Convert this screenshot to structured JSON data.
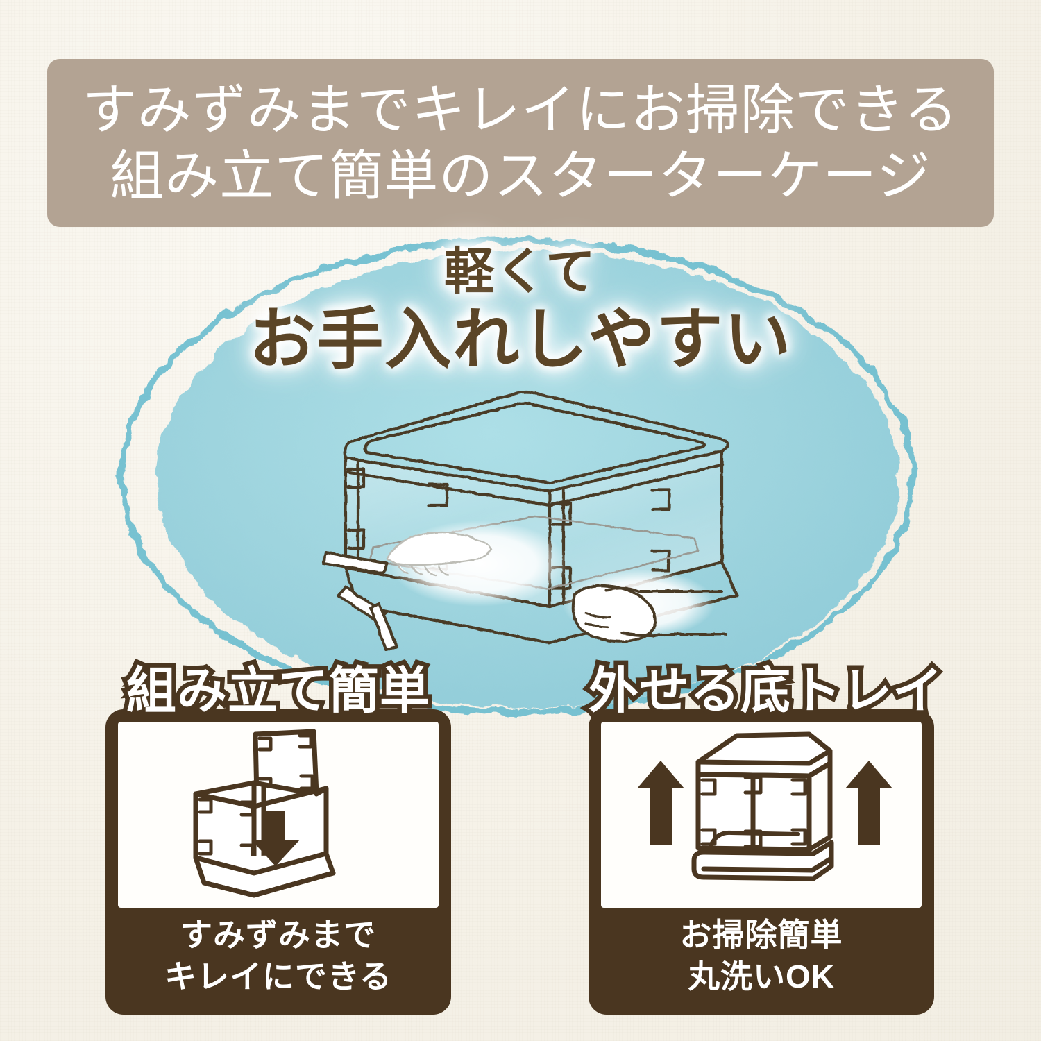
{
  "colors": {
    "background": "#f7f4ec",
    "header_band": "#b3a393",
    "oval_fill": "#9ed4de",
    "oval_edge": "#62b9cc",
    "dark_brown": "#4a3620",
    "headline_brown": "#5b4527",
    "white": "#ffffff"
  },
  "header": {
    "line1": "すみずみまでキレイにお掃除できる",
    "line2": "組み立て簡単のスターターケージ"
  },
  "hero": {
    "headline_small": "軽くて",
    "headline_big": "お手入れしやすい",
    "illustration": "transparent-cage-wiping-hands-sketch"
  },
  "panels": [
    {
      "title": "組み立て簡単",
      "illustration": "cage-panel-insert-down-arrow-icon",
      "caption_line1": "すみずみまで",
      "caption_line2": "キレイにできる"
    },
    {
      "title": "外せる底トレイ",
      "illustration": "cage-lift-off-tray-up-arrows-icon",
      "caption_line1": "お掃除簡単",
      "caption_line2": "丸洗いOK"
    }
  ]
}
